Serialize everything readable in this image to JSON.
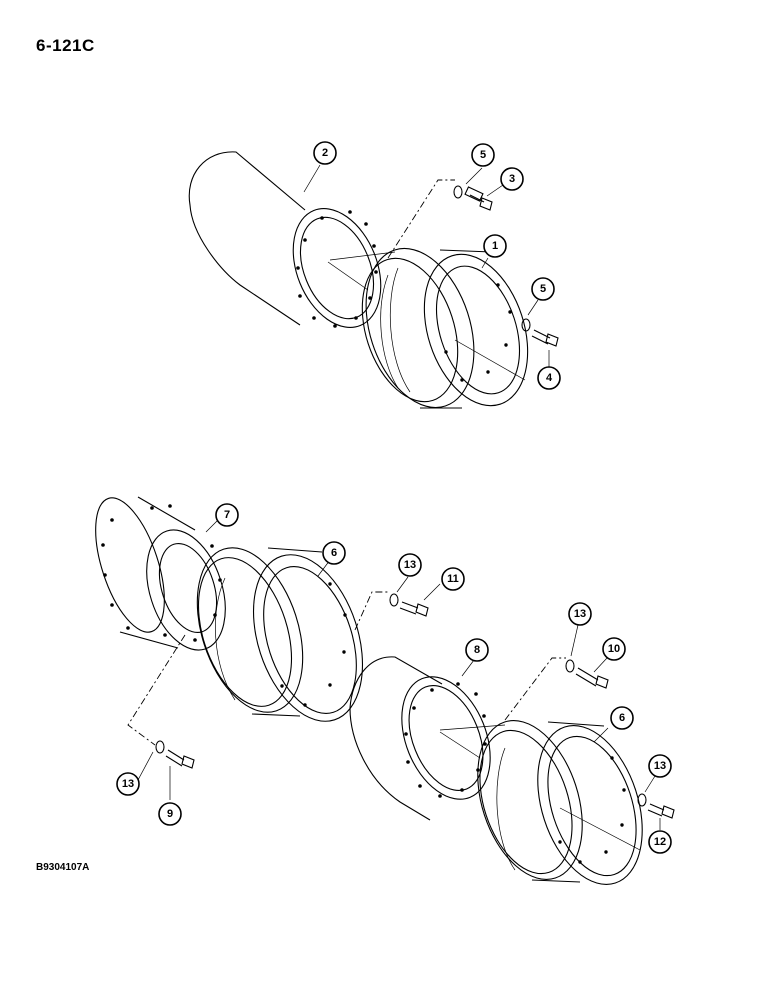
{
  "page_number": "6-121C",
  "figure_id": "B9304107A",
  "callouts": [
    {
      "id": "c2",
      "label": "2"
    },
    {
      "id": "c5a",
      "label": "5"
    },
    {
      "id": "c3",
      "label": "3"
    },
    {
      "id": "c1",
      "label": "1"
    },
    {
      "id": "c5b",
      "label": "5"
    },
    {
      "id": "c4",
      "label": "4"
    },
    {
      "id": "c7",
      "label": "7"
    },
    {
      "id": "c6a",
      "label": "6"
    },
    {
      "id": "c13a",
      "label": "13"
    },
    {
      "id": "c11",
      "label": "11"
    },
    {
      "id": "c8",
      "label": "8"
    },
    {
      "id": "c13b",
      "label": "13"
    },
    {
      "id": "c10",
      "label": "10"
    },
    {
      "id": "c6b",
      "label": "6"
    },
    {
      "id": "c13c",
      "label": "13"
    },
    {
      "id": "c12",
      "label": "12"
    },
    {
      "id": "c13d",
      "label": "13"
    },
    {
      "id": "c9",
      "label": "9"
    }
  ]
}
